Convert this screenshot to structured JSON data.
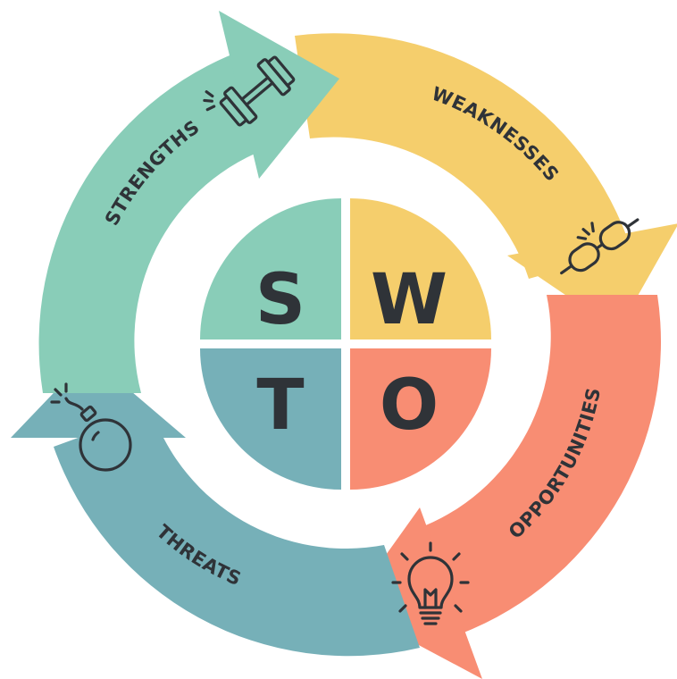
{
  "colors": {
    "strengths": "#89cdb8",
    "weaknesses": "#f5ce6c",
    "opportunities": "#f88d73",
    "threats": "#76b0b8",
    "ink": "#2f3338",
    "background": "#ffffff"
  },
  "center": {
    "quadrants": [
      {
        "key": "strengths",
        "letter": "S"
      },
      {
        "key": "weaknesses",
        "letter": "W"
      },
      {
        "key": "threats",
        "letter": "T"
      },
      {
        "key": "opportunities",
        "letter": "O"
      }
    ]
  },
  "ring": {
    "segments": [
      {
        "key": "strengths",
        "label": "STRENGTHS",
        "icon": "dumbbell-icon"
      },
      {
        "key": "weaknesses",
        "label": "WEAKNESSES",
        "icon": "broken-chain-icon"
      },
      {
        "key": "opportunities",
        "label": "OPPORTUNITIES",
        "icon": "lightbulb-icon"
      },
      {
        "key": "threats",
        "label": "THREATS",
        "icon": "bomb-icon"
      }
    ]
  }
}
